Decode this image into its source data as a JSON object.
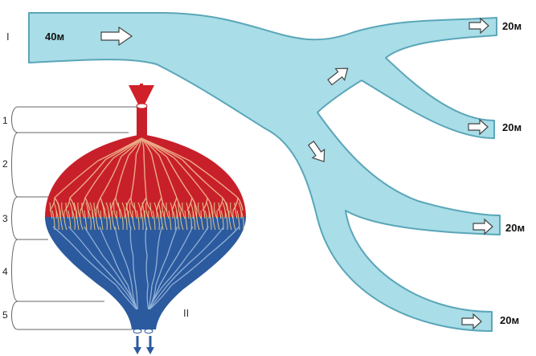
{
  "labels": {
    "roman_1": "I",
    "roman_2": "II",
    "inlet_flow": "40м",
    "outlet_1": "20м",
    "outlet_2": "20м",
    "outlet_3": "20м",
    "outlet_4": "20м"
  },
  "levels": [
    "1",
    "2",
    "3",
    "4",
    "5"
  ],
  "colors": {
    "channel_fill": "#a9dde7",
    "channel_stroke": "#5aa6b9",
    "artery": "#c8202a",
    "capillary": "#c9a26a",
    "vein": "#2c5a9e",
    "arrow_red": "#d0202a",
    "arrow_blue": "#2c5a9e"
  }
}
